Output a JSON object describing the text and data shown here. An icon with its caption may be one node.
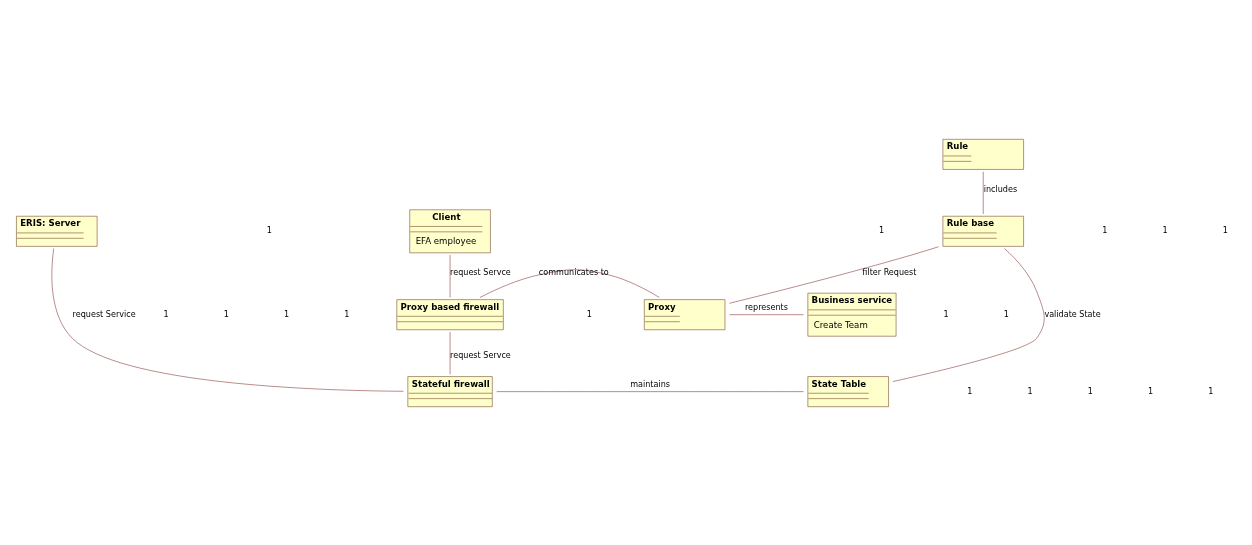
{
  "diagram": {
    "nodes": [
      {
        "text": [
          "Rule"
        ]
      },
      {
        "text": [
          "Client",
          "EFA employee"
        ]
      },
      {
        "text": [
          "Rule base"
        ]
      },
      {
        "text": [
          "ERIS: Server"
        ]
      },
      {
        "text": [
          "Business service",
          "Create Team"
        ]
      },
      {
        "text": [
          "Proxy based firewall"
        ]
      },
      {
        "text": [
          "Proxy"
        ]
      },
      {
        "text": [
          "Stateful firewall"
        ]
      },
      {
        "text": [
          "State Table"
        ]
      }
    ],
    "edges": [
      {
        "from": 1,
        "to": 5,
        "arrow": "none",
        "label": "request Servce"
      },
      {
        "from": 2,
        "to": 0,
        "arrow": "none",
        "label": "includes"
      },
      {
        "from": 6,
        "to": 2,
        "arrow": "none",
        "label": "filter Request"
      },
      {
        "from": 8,
        "to": 2,
        "arrow": "none",
        "label": "validate State"
      },
      {
        "from": 5,
        "to": 6,
        "arrow": "none",
        "label": "communicates to"
      },
      {
        "from": 6,
        "to": 4,
        "arrow": "none",
        "label": "represents"
      },
      {
        "from": 5,
        "to": 7,
        "arrow": "none",
        "label": "request Servce"
      },
      {
        "from": 7,
        "to": 8,
        "arrow": "none",
        "label": "maintains"
      },
      {
        "from": 7,
        "to": 3,
        "arrow": "none",
        "label": "request Service"
      }
    ],
    "labels": [
      "1",
      "1",
      "1",
      "1",
      "1",
      "1",
      "1",
      "1",
      "1",
      "1",
      "1",
      "1",
      "1",
      "1",
      "1",
      "1",
      "1"
    ]
  }
}
